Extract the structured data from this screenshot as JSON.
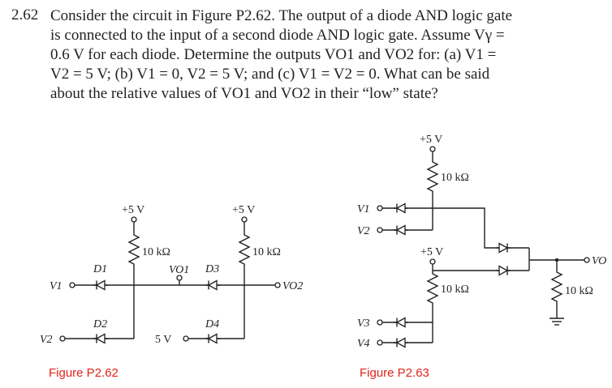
{
  "problem": {
    "number": "2.62",
    "lines": [
      "Consider the circuit in Figure P2.62. The output of a diode AND logic gate",
      "is connected to the input of a second diode AND logic gate. Assume Vγ =",
      "0.6 V for each diode. Determine the outputs VO1 and VO2 for: (a) V1 =",
      "V2 = 5 V; (b) V1 = 0, V2 = 5 V; and (c) V1 = V2 = 0. What can be said",
      "about the relative values of VO1 and VO2 in their “low” state?"
    ]
  },
  "figure_p262": {
    "caption": "Figure P2.62",
    "supply_left": "+5 V",
    "supply_right": "+5 V",
    "resistor_left": "10 kΩ",
    "resistor_right": "10 kΩ",
    "input_v1": "V1",
    "input_v2": "V2",
    "diode_d1": "D1",
    "diode_d2": "D2",
    "diode_d3": "D3",
    "diode_d4": "D4",
    "node_vo1": "VO1",
    "output_vo2": "VO2",
    "fixed_input": "5 V"
  },
  "figure_p263": {
    "caption": "Figure P2.63",
    "supply_top": "+5 V",
    "supply_mid": "+5 V",
    "resistor_top": "10 kΩ",
    "resistor_mid": "10 kΩ",
    "resistor_out": "10 kΩ",
    "input_v1": "V1",
    "input_v2": "V2",
    "input_v3": "V3",
    "input_v4": "V4",
    "output_vo": "VO"
  }
}
